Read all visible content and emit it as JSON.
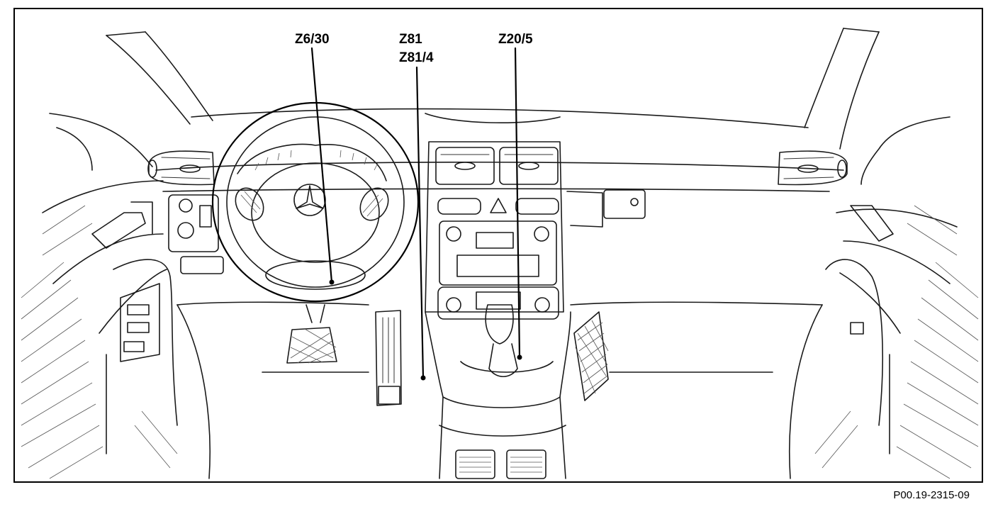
{
  "callouts": [
    {
      "id": "Z6/30",
      "text": "Z6/30"
    },
    {
      "id": "Z81",
      "text": "Z81"
    },
    {
      "id": "Z81/4",
      "text": "Z81/4"
    },
    {
      "id": "Z20/5",
      "text": "Z20/5"
    }
  ],
  "figure_number": "P00.19-2315-09"
}
